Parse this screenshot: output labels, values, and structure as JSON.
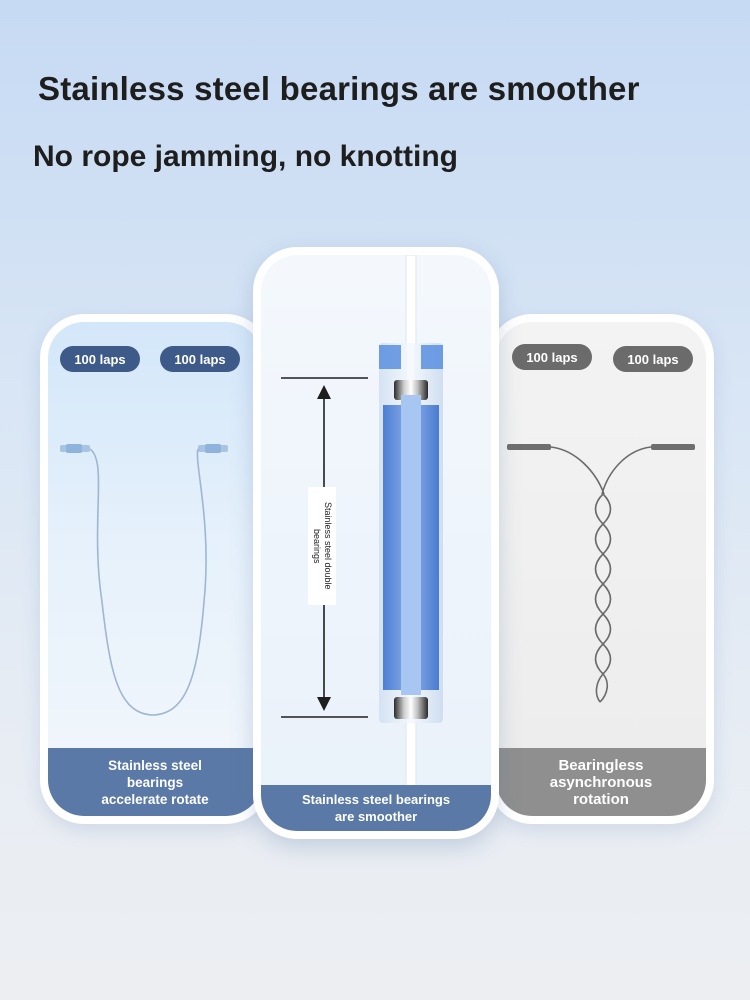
{
  "headline": "Stainless steel bearings are smoother",
  "subline": "No rope jamming, no knotting",
  "cards": {
    "left": {
      "pills": [
        "100 laps",
        "100 laps"
      ],
      "footer": "Stainless steel\nbearings\naccelerate rotate"
    },
    "center": {
      "diagram_label": "Stainless steel double\nbearings",
      "footer": "Stainless steel bearings\nare smoother"
    },
    "right": {
      "pills": [
        "100 laps",
        "100 laps"
      ],
      "footer": "Bearingless\nasynchronous\nrotation"
    }
  },
  "colors": {
    "accent_blue": "#5b79a6",
    "pill_blue": "#3e5a88",
    "gray_footer": "#8f8f8f",
    "pill_gray": "#6b6b6b"
  }
}
